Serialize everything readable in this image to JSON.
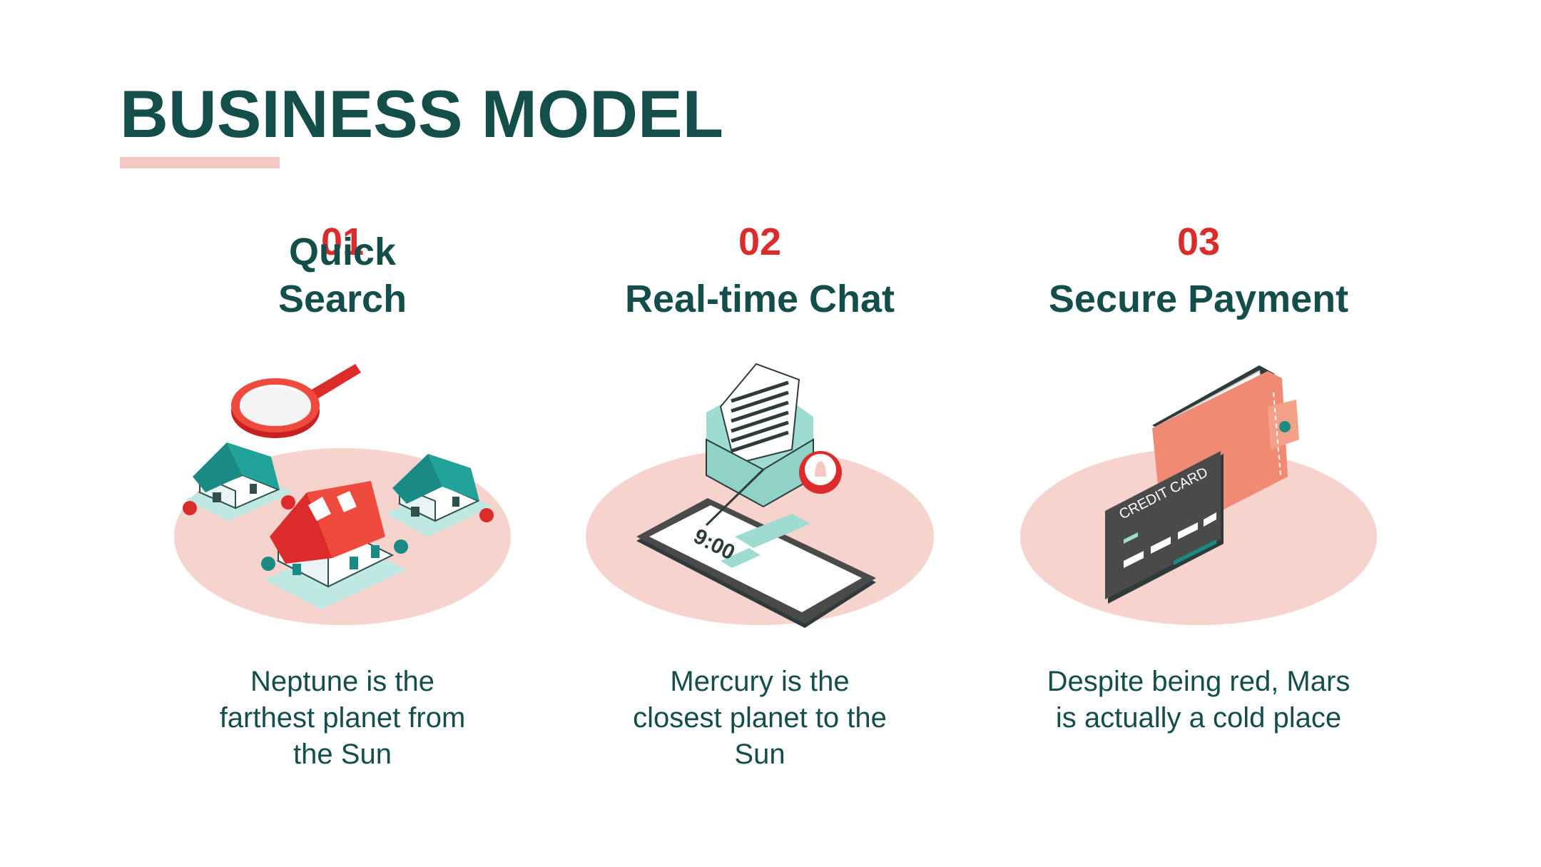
{
  "slide": {
    "title": "BUSINESS MODEL",
    "colors": {
      "title": "#134e4a",
      "accent_number": "#dc2b2b",
      "underline": "#f5c9c3",
      "ellipse": "#f7d3ce",
      "teal": "#1a8a84",
      "mint": "#9edcd2",
      "dark_gray": "#4a4a4a",
      "salmon": "#f08a72"
    },
    "items": [
      {
        "number": "01",
        "heading_line1": "Quick",
        "heading_line2": "Search",
        "description_line1": "Neptune is the",
        "description_line2": "farthest planet from",
        "description_line3": "the Sun",
        "illustration": "magnifier-houses-illustration"
      },
      {
        "number": "02",
        "heading_line1": "Real-time Chat",
        "description_line1": "Mercury is the",
        "description_line2": "closest planet to the",
        "description_line3": "Sun",
        "illustration": "envelope-phone-illustration",
        "phone_time": "9:00"
      },
      {
        "number": "03",
        "heading_line1": "Secure Payment",
        "description_line1": "Despite being red, Mars",
        "description_line2": "is actually a cold place",
        "illustration": "wallet-card-illustration",
        "card_label": "CREDIT CARD"
      }
    ]
  }
}
